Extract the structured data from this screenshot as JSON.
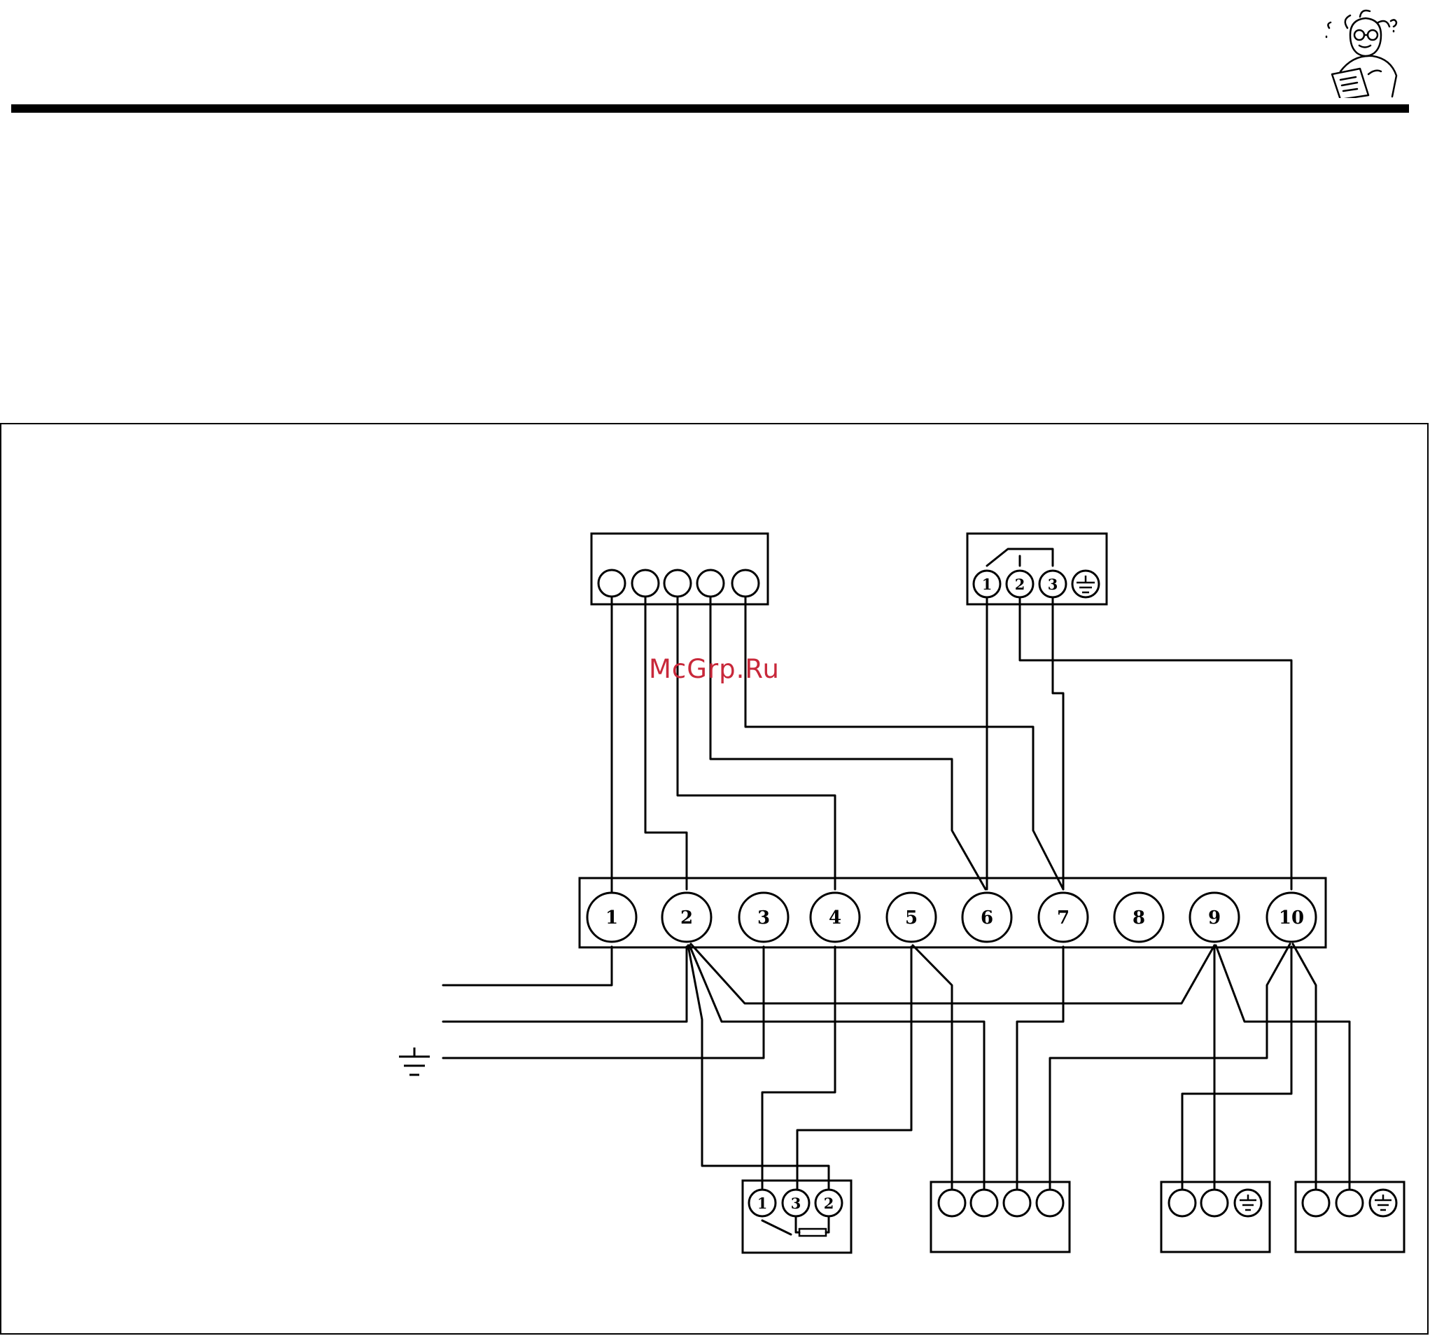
{
  "header": {
    "mascot_icon": "reader-with-manual-icon",
    "rule_color": "#000000"
  },
  "watermark": {
    "text": "McGrp.Ru",
    "color": "#c8283a"
  },
  "terminal_strip": {
    "labels": [
      "1",
      "2",
      "3",
      "4",
      "5",
      "6",
      "7",
      "8",
      "9",
      "10"
    ]
  },
  "switch_block": {
    "labels": [
      "1",
      "2",
      "3"
    ],
    "ground_icon": "earth-ground-icon"
  },
  "bottom_switch": {
    "labels": [
      "1",
      "3",
      "2"
    ]
  },
  "supply": {
    "ground_icon": "earth-ground-icon"
  },
  "boxes": {
    "motor_ground_icon": "earth-ground-icon"
  }
}
